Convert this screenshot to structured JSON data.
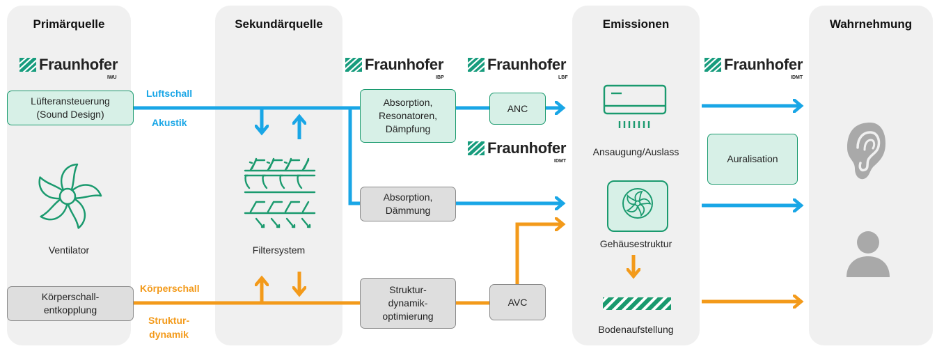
{
  "columns": {
    "primary": "Primärquelle",
    "secondary": "Sekundärquelle",
    "emissions": "Emissionen",
    "perception": "Wahrnehmung"
  },
  "logos": [
    {
      "name": "Fraunhofer",
      "institute": "IWU"
    },
    {
      "name": "Fraunhofer",
      "institute": "IBP"
    },
    {
      "name": "Fraunhofer",
      "institute": "LBF"
    },
    {
      "name": "Fraunhofer",
      "institute": "IDMT"
    },
    {
      "name": "Fraunhofer",
      "institute": "IDMT"
    }
  ],
  "boxes": {
    "fan_control": "Lüfteransteuerung\n(Sound Design)",
    "decoupling": "Körperschall-\nentkopplung",
    "absorption_resonators": "Absorption,\nResonatoren,\nDämpfung",
    "absorption_insulation": "Absorption,\nDämmung",
    "structure_dynamics": "Struktur-\ndynamik-\noptimierung",
    "anc": "ANC",
    "avc": "AVC",
    "auralisation": "Auralisation"
  },
  "labels": {
    "ventilator": "Ventilator",
    "filter": "Filtersystem",
    "intake": "Ansaugung/Auslass",
    "housing": "Gehäusestruktur",
    "floor": "Bodenaufstellung"
  },
  "flows": {
    "airborne": "Luftschall",
    "acoustic": "Akustik",
    "structure_borne": "Körperschall",
    "structure_dyn": "Struktur-\ndynamik"
  },
  "colors": {
    "blue": "#19a6e6",
    "orange": "#f39a1a",
    "green": "#1a9a6e",
    "fraunhofer_green": "#179c7d",
    "grey_icon": "#a9a9a9"
  }
}
